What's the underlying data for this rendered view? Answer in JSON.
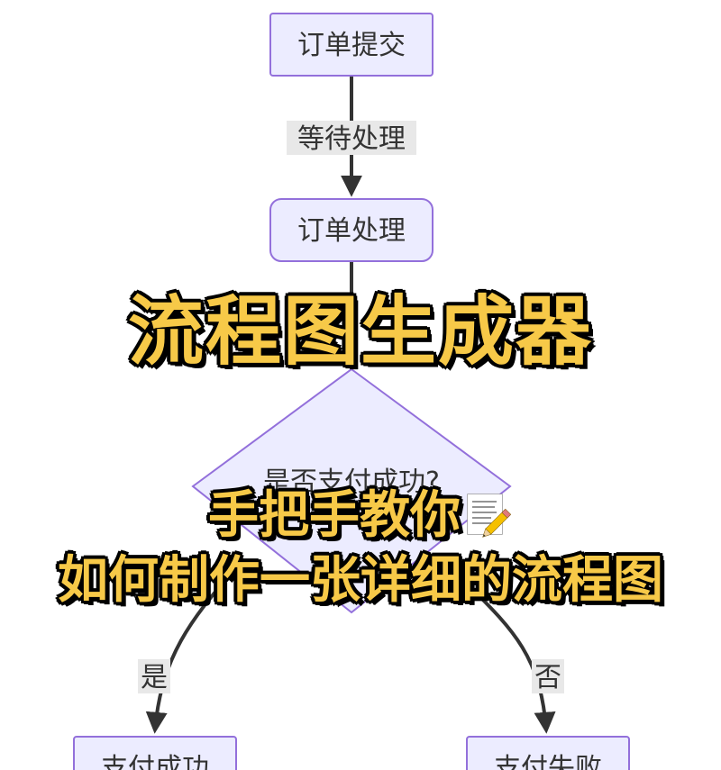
{
  "nodes": {
    "order_submit": "订单提交",
    "order_process": "订单处理",
    "decision": "是否支付成功?",
    "pay_success": "支付成功",
    "pay_fail": "支付失败"
  },
  "edges": {
    "wait": "等待处理",
    "yes": "是",
    "no": "否"
  },
  "overlay": {
    "title": "流程图生成器",
    "subtitle_line1": "手把手教你",
    "subtitle_line2": "如何制作一张详细的流程图"
  },
  "icons": {
    "note_pencil": "memo-pencil-icon"
  },
  "colors": {
    "node_fill": "#ECECFF",
    "node_stroke": "#9370DB",
    "edge": "#333333",
    "overlay_text": "#F7C948",
    "overlay_outline": "#000000"
  }
}
